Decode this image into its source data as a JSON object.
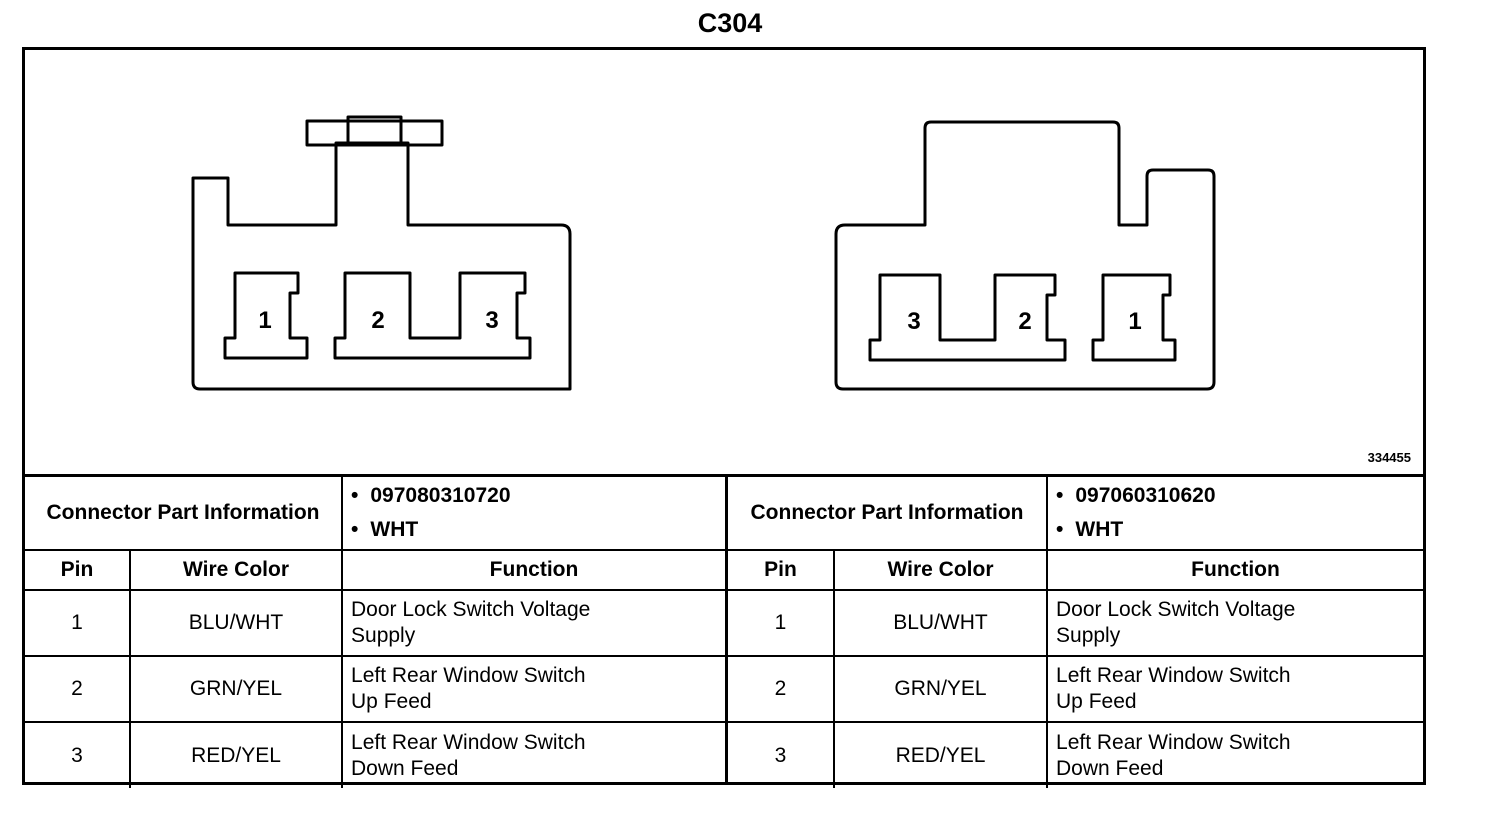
{
  "title": "C304",
  "figure_number": "334455",
  "left_connector": {
    "pins_left_to_right": [
      "1",
      "2",
      "3"
    ],
    "info_label": "Connector Part Information",
    "part_info": [
      "097080310720",
      "WHT"
    ],
    "headers": {
      "pin": "Pin",
      "wire": "Wire Color",
      "function": "Function"
    },
    "rows": [
      {
        "pin": "1",
        "wire": "BLU/WHT",
        "func1": "Door Lock Switch Voltage",
        "func2": "Supply"
      },
      {
        "pin": "2",
        "wire": "GRN/YEL",
        "func1": "Left Rear Window Switch",
        "func2": "Up Feed"
      },
      {
        "pin": "3",
        "wire": "RED/YEL",
        "func1": "Left Rear Window Switch",
        "func2": "Down Feed"
      }
    ]
  },
  "right_connector": {
    "pins_left_to_right": [
      "3",
      "2",
      "1"
    ],
    "info_label": "Connector Part Information",
    "part_info": [
      "097060310620",
      "WHT"
    ],
    "headers": {
      "pin": "Pin",
      "wire": "Wire Color",
      "function": "Function"
    },
    "rows": [
      {
        "pin": "1",
        "wire": "BLU/WHT",
        "func1": "Door Lock Switch Voltage",
        "func2": "Supply"
      },
      {
        "pin": "2",
        "wire": "GRN/YEL",
        "func1": "Left Rear Window Switch",
        "func2": "Up Feed"
      },
      {
        "pin": "3",
        "wire": "RED/YEL",
        "func1": "Left Rear Window Switch",
        "func2": "Down Feed"
      }
    ]
  }
}
